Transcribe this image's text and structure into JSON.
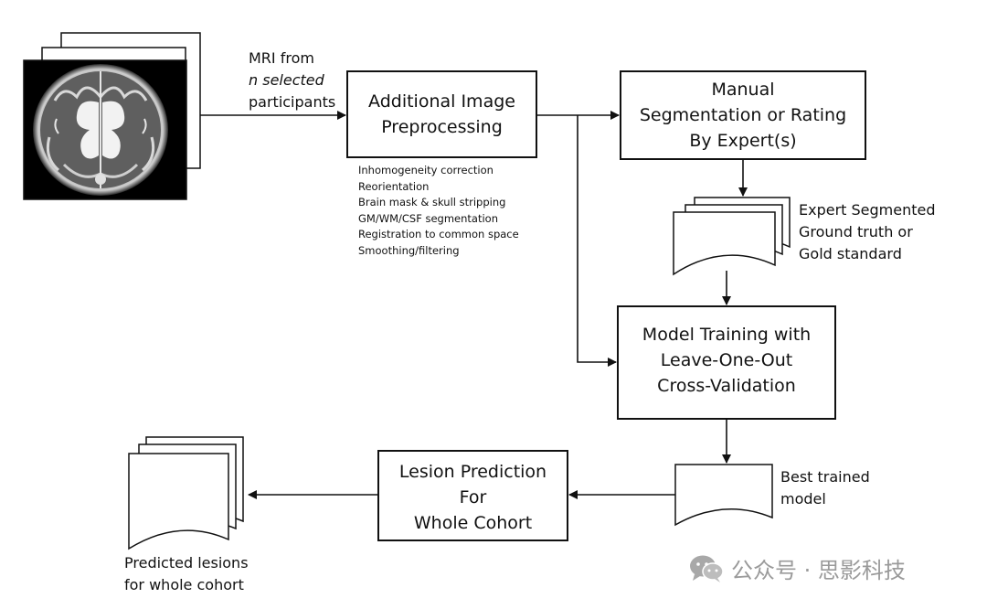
{
  "input": {
    "label_lines": [
      "MRI from",
      "n selected",
      "participants"
    ]
  },
  "boxes": {
    "preprocessing": {
      "lines": [
        "Additional Image",
        "Preprocessing"
      ]
    },
    "manual_segmentation": {
      "lines": [
        "Manual",
        "Segmentation or Rating",
        "By Expert(s)"
      ]
    },
    "model_training": {
      "lines": [
        "Model Training with",
        "Leave-One-Out",
        "Cross-Validation"
      ]
    },
    "lesion_prediction": {
      "lines": [
        "Lesion Prediction",
        "For",
        "Whole Cohort"
      ]
    }
  },
  "preprocessing_steps": [
    "Inhomogeneity correction",
    "Reorientation",
    "Brain mask & skull stripping",
    "GM/WM/CSF segmentation",
    "Registration to common space",
    "Smoothing/filtering"
  ],
  "documents": {
    "ground_truth": {
      "lines": [
        "Expert Segmented",
        "Ground truth or",
        "Gold standard"
      ]
    },
    "best_model": {
      "lines": [
        "Best trained",
        "model"
      ]
    },
    "predicted_lesions": {
      "lines": [
        "Predicted lesions",
        "for whole cohort"
      ]
    }
  },
  "watermark": {
    "text": "公众号 · 思影科技",
    "icon": "wechat-icon"
  },
  "colors": {
    "line": "#111111",
    "watermark": "#9a9a9a"
  }
}
